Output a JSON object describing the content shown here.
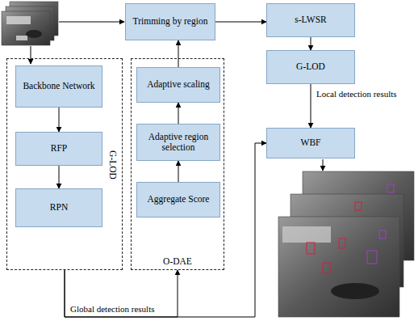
{
  "diagram": {
    "nodes": [
      {
        "text": [
          "Trimming by region"
        ]
      },
      {
        "text": [
          "s-LWSR"
        ]
      },
      {
        "text": [
          "G-LOD"
        ]
      },
      {
        "text": [
          "WBF"
        ]
      },
      {
        "text": [
          "G-LOD"
        ]
      },
      {
        "text": [
          "Backbone Network"
        ],
        "in": 4
      },
      {
        "text": [
          "RFP"
        ],
        "in": 4
      },
      {
        "text": [
          "RPN"
        ],
        "in": 4
      },
      {
        "text": [
          "O-DAE"
        ]
      },
      {
        "text": [
          "Adaptive scaling"
        ],
        "in": 8
      },
      {
        "text": [
          "Adaptive region selection"
        ],
        "in": 8
      },
      {
        "text": [
          "Aggregate Score"
        ],
        "in": 8
      }
    ],
    "edges": [
      {
        "from": 0,
        "to": 1,
        "arrow": "to"
      },
      {
        "from": 1,
        "to": 2,
        "arrow": "to"
      },
      {
        "from": 2,
        "to": 3,
        "arrow": "to",
        "label": "Local detection results"
      },
      {
        "from": 5,
        "to": 6,
        "arrow": "to"
      },
      {
        "from": 6,
        "to": 7,
        "arrow": "to"
      },
      {
        "from": 11,
        "to": 10,
        "arrow": "to"
      },
      {
        "from": 10,
        "to": 9,
        "arrow": "to"
      },
      {
        "from": 9,
        "to": 0,
        "arrow": "to"
      },
      {
        "from": 4,
        "to": 8,
        "arrow": "to",
        "label": "Global detection results"
      },
      {
        "from": 4,
        "to": 3,
        "arrow": "to"
      }
    ]
  }
}
